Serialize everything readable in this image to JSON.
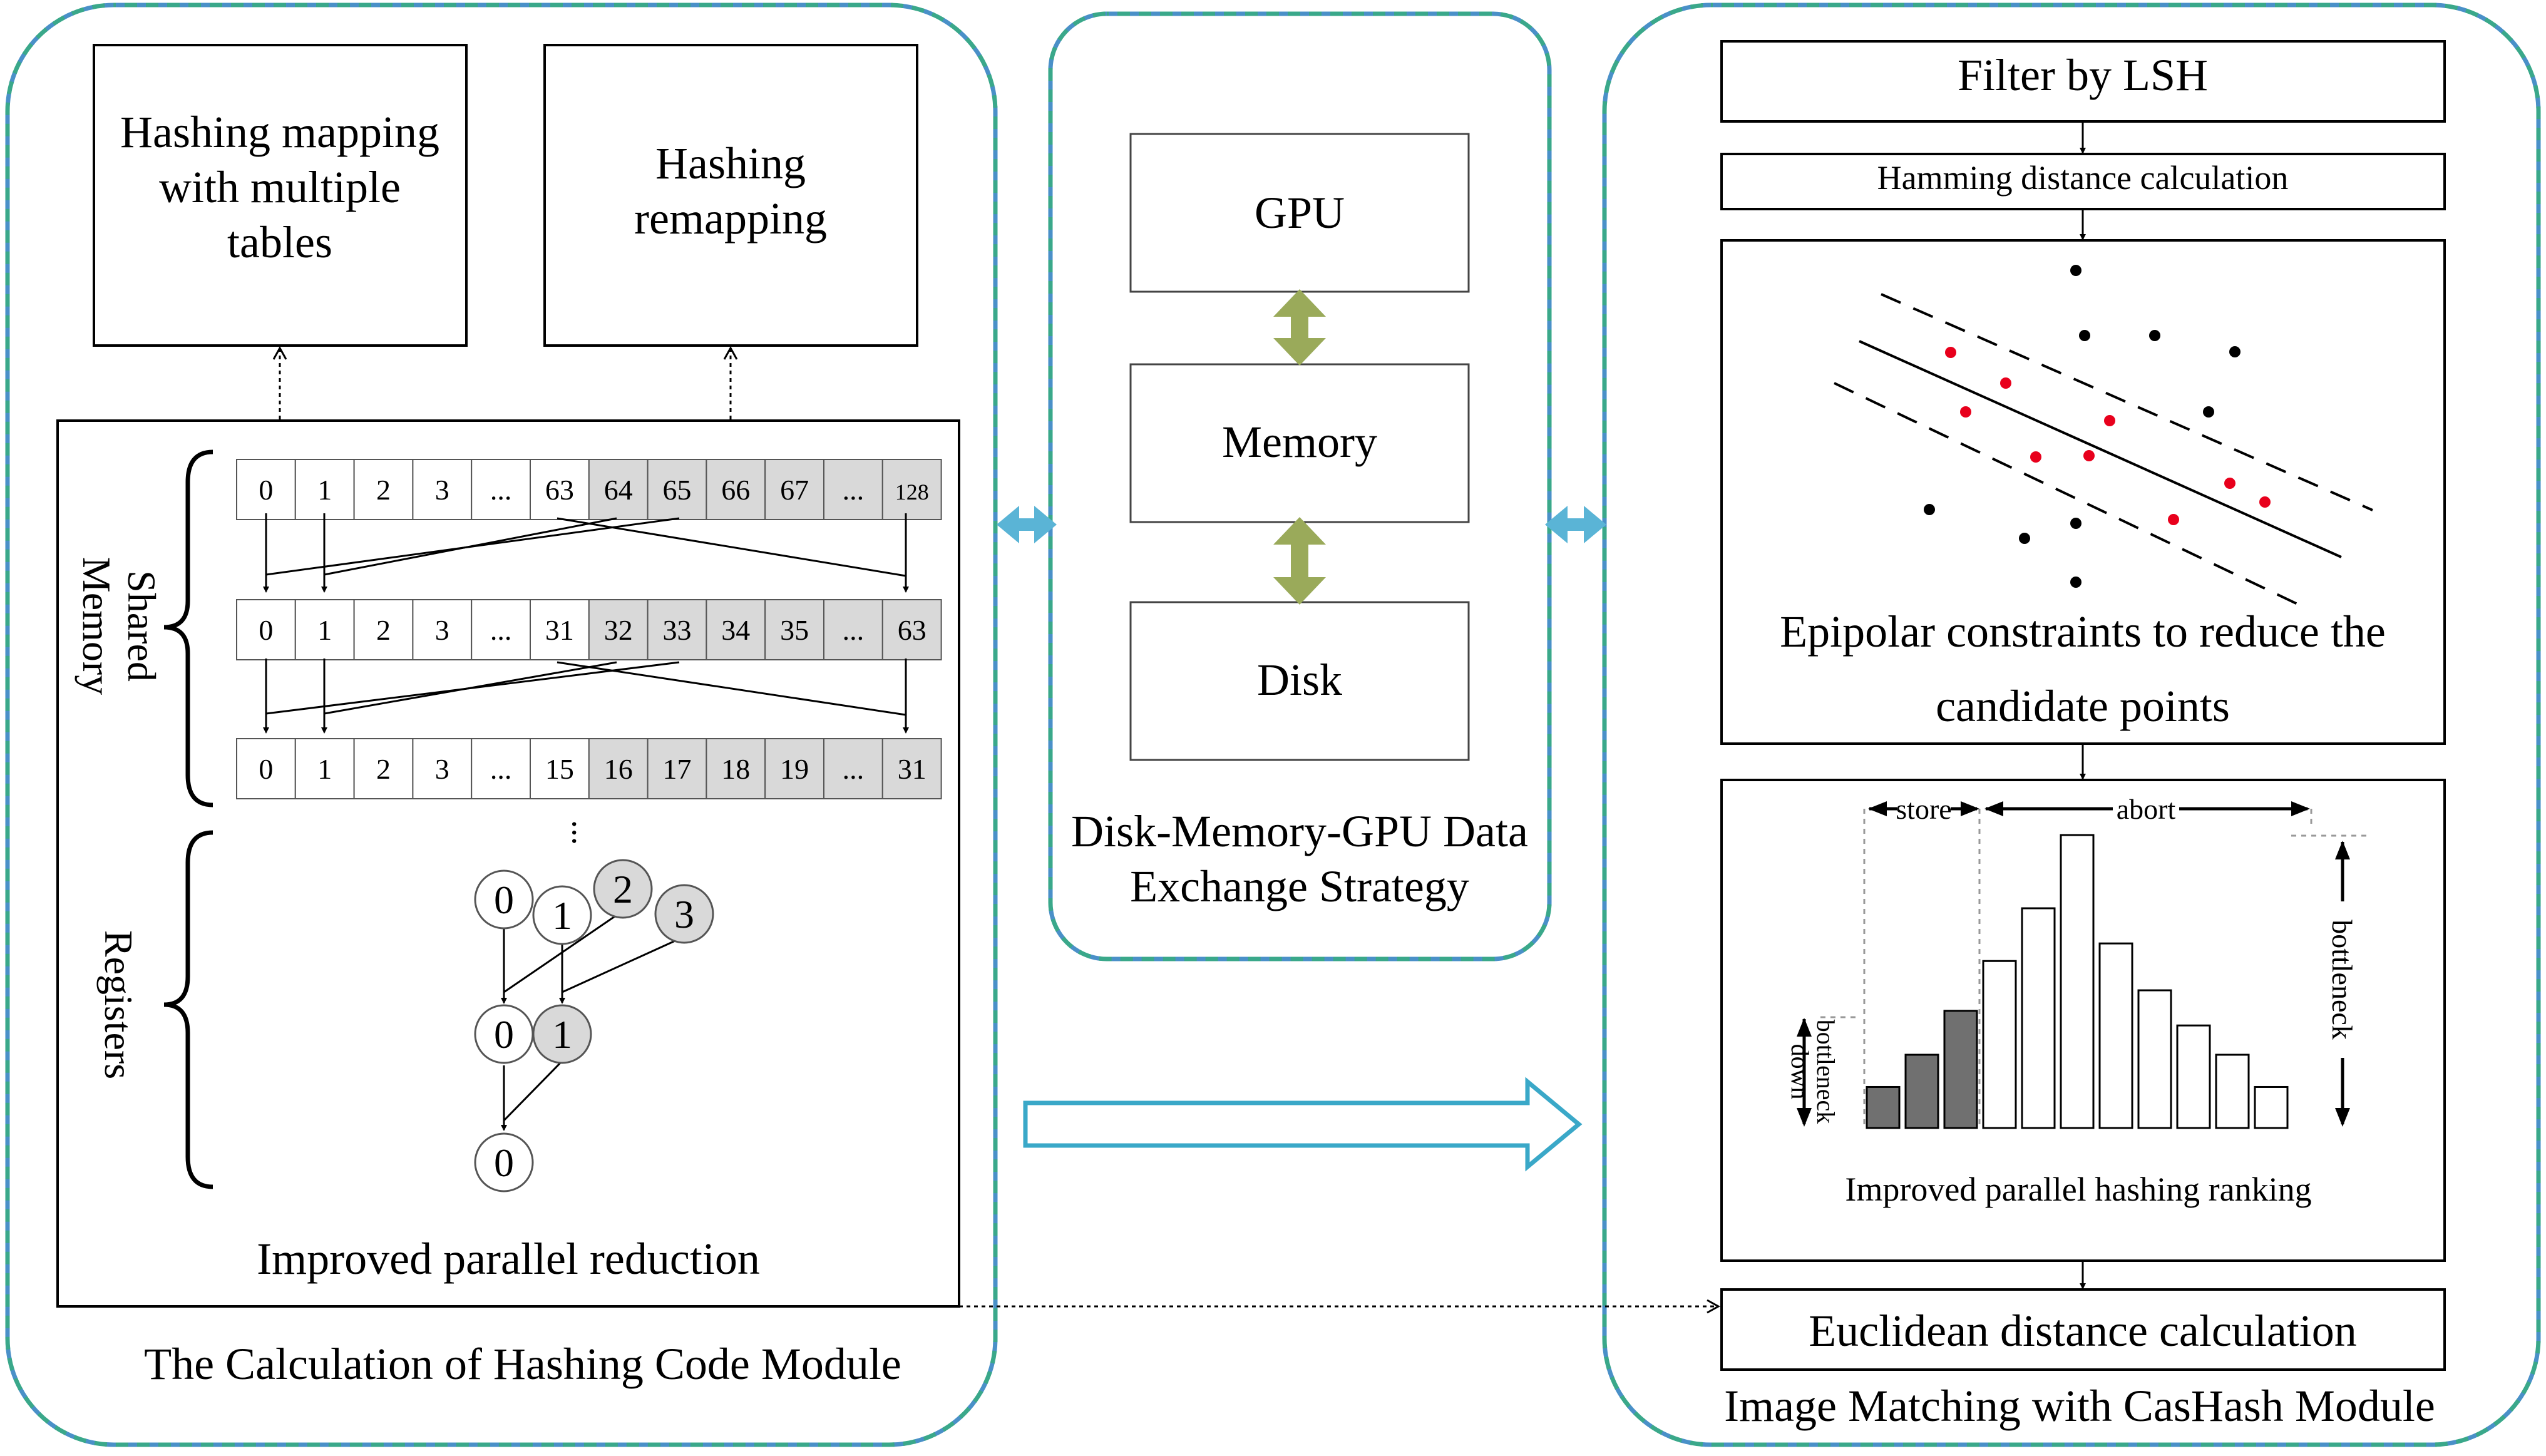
{
  "left_module": {
    "title": "The Calculation of Hashing Code Module",
    "box_mapping": [
      "Hashing mapping",
      "with multiple",
      "tables"
    ],
    "box_remapping": [
      "Hashing",
      "remapping"
    ],
    "shared_memory_label": [
      "Shared",
      "Memory"
    ],
    "registers_label": "Registers",
    "row1": [
      "0",
      "1",
      "2",
      "3",
      "...",
      "63",
      "64",
      "65",
      "66",
      "67",
      "...",
      "128"
    ],
    "row2": [
      "0",
      "1",
      "2",
      "3",
      "...",
      "31",
      "32",
      "33",
      "34",
      "35",
      "...",
      "63"
    ],
    "row3": [
      "0",
      "1",
      "2",
      "3",
      "...",
      "15",
      "16",
      "17",
      "18",
      "19",
      "...",
      "31"
    ],
    "nodes_level1": [
      "0",
      "1",
      "2",
      "3"
    ],
    "nodes_level2": [
      "0",
      "1"
    ],
    "nodes_level3": [
      "0"
    ],
    "caption": "Improved parallel reduction"
  },
  "middle_module": {
    "gpu": "GPU",
    "memory": "Memory",
    "disk": "Disk",
    "caption": [
      "Disk-Memory-GPU Data",
      "Exchange Strategy"
    ]
  },
  "right_module": {
    "title": "Image Matching with CasHash Module",
    "filter": "Filter by LSH",
    "hamming": "Hamming distance calculation",
    "epipolar_caption": [
      "Epipolar constraints to reduce the",
      "candidate points"
    ],
    "ranking_caption": "Improved parallel hashing ranking",
    "store_label": "store",
    "abort_label": "abort",
    "bottleneck_label": "bottleneck",
    "bottleneck_down_label": [
      "bottleneck",
      "down"
    ],
    "histogram_values": [
      0.14,
      0.25,
      0.4,
      0.57,
      0.75,
      1.0,
      0.63,
      0.47,
      0.35,
      0.25,
      0.14
    ],
    "histogram_dark_count": 3,
    "euclidean": "Euclidean distance calculation"
  },
  "colors": {
    "region_dash_blue": "#4a90c8",
    "region_dash_green": "#3aa88a",
    "bidir_arrow": "#5ab4d6",
    "memory_arrow": "#9aaa5a",
    "big_arrow_stroke": "#3aa8c8",
    "cell_gray": "#d9d9d9",
    "node_gray": "#d9d9d9",
    "hist_dark": "#707070",
    "red_point": "#e8001c"
  }
}
